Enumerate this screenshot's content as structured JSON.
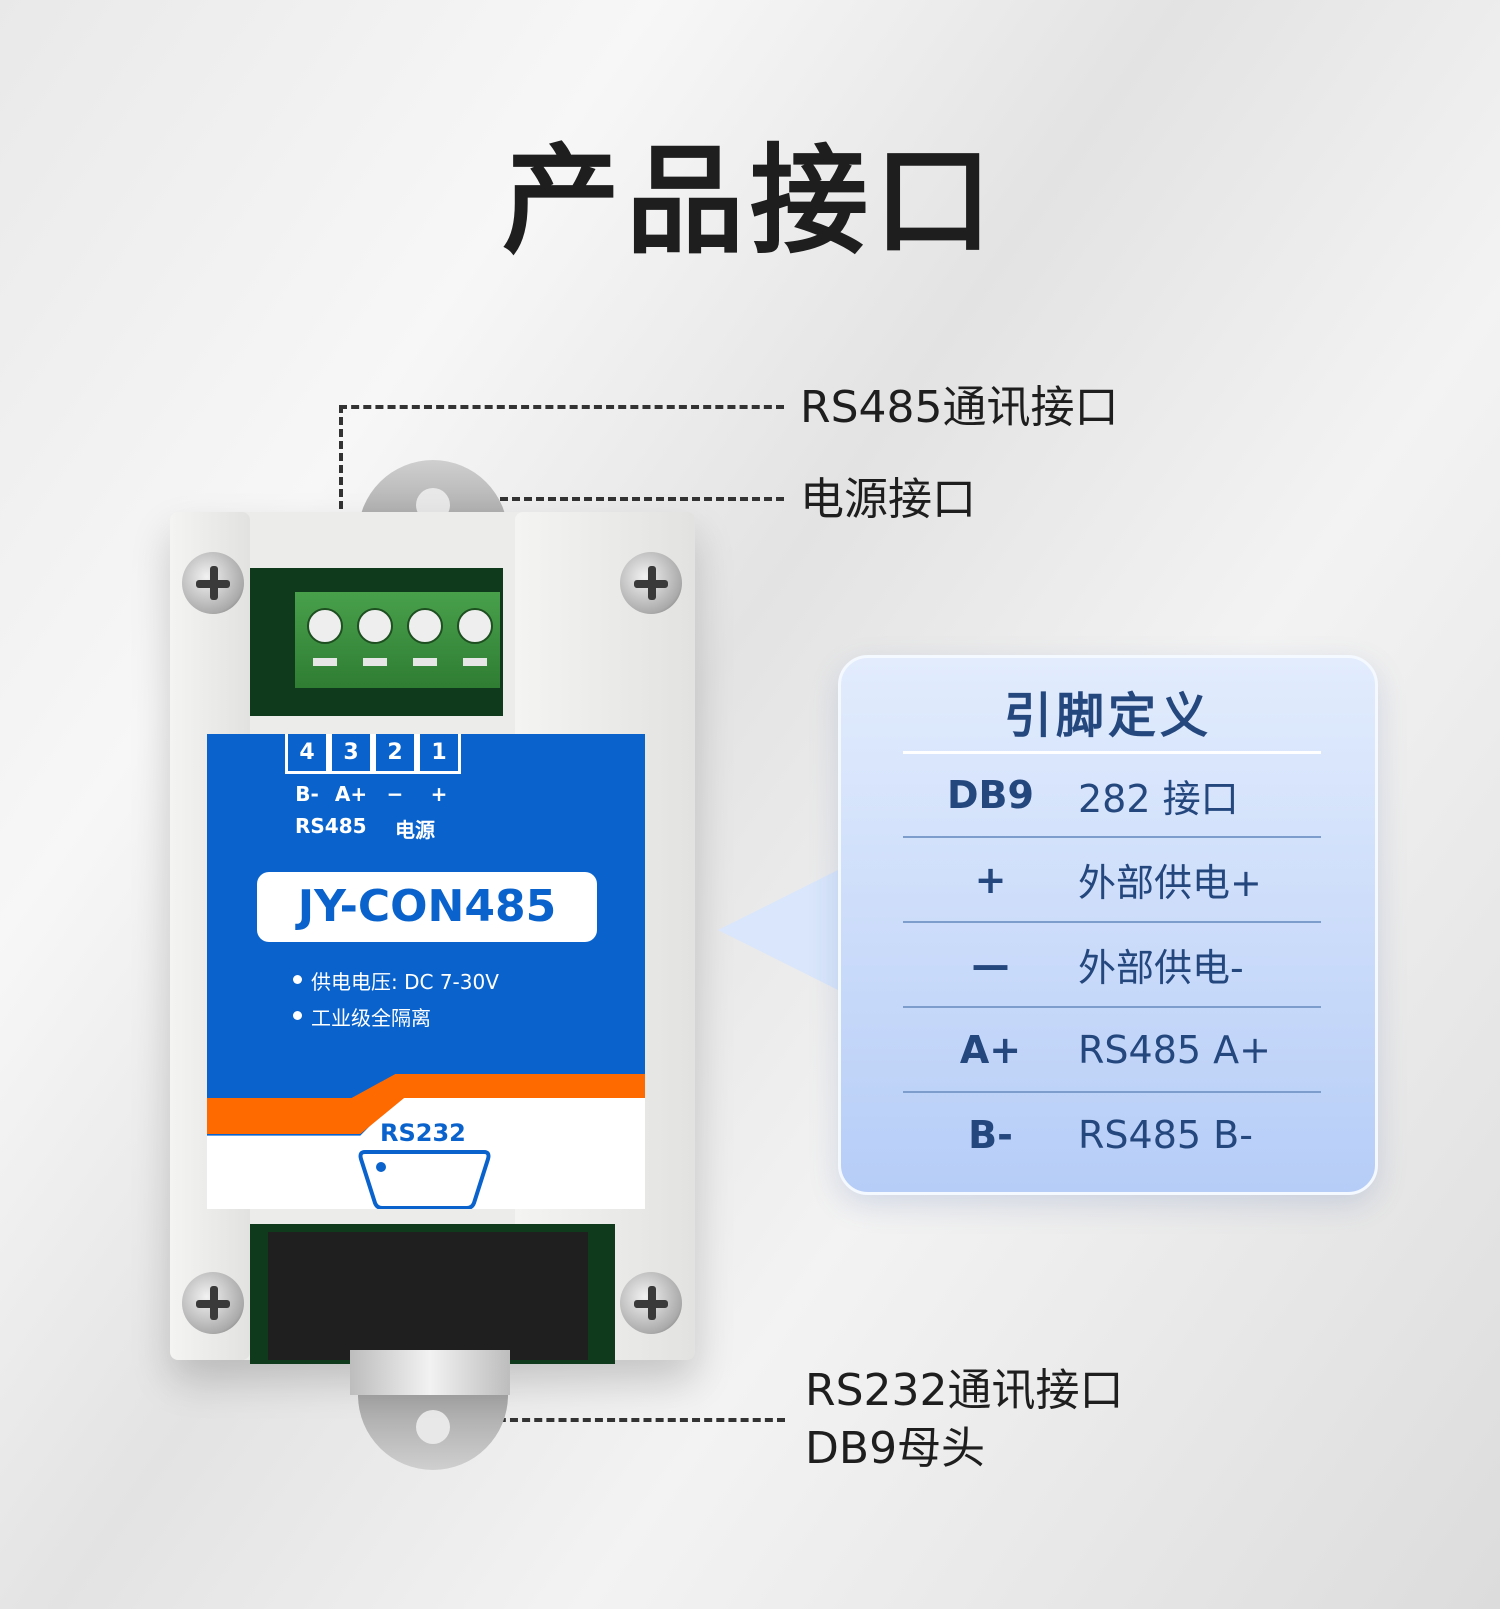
{
  "page": {
    "title": "产品接口"
  },
  "callouts": {
    "rs485": "RS485通讯接口",
    "power": "电源接口",
    "rs232_line1": "RS232通讯接口",
    "rs232_line2": "DB9母头"
  },
  "device": {
    "pins": [
      {
        "number": "4",
        "symbol": "B-"
      },
      {
        "number": "3",
        "symbol": "A+"
      },
      {
        "number": "2",
        "symbol": "−"
      },
      {
        "number": "1",
        "symbol": "+"
      }
    ],
    "group_rs485": "RS485",
    "group_power": "电源",
    "model": "JY-CON485",
    "specs": [
      "供电电压:  DC 7-30V",
      "工业级全隔离"
    ],
    "port_label": "RS232",
    "colors": {
      "panel_blue": "#0a63cc",
      "stripe_orange": "#ff6a00",
      "terminal_green": "#3a8f3e"
    }
  },
  "pin_definition": {
    "title": "引脚定义",
    "rows": [
      {
        "key": "DB9",
        "value": "282 接口"
      },
      {
        "key": "+",
        "value": "外部供电+"
      },
      {
        "key": "—",
        "value": "外部供电-"
      },
      {
        "key": "A+",
        "value": "RS485 A+"
      },
      {
        "key": "B-",
        "value": "RS485 B-"
      }
    ],
    "colors": {
      "text": "#24477e",
      "card_top": "#e2ecfd",
      "card_bottom": "#b6cdf7"
    }
  }
}
